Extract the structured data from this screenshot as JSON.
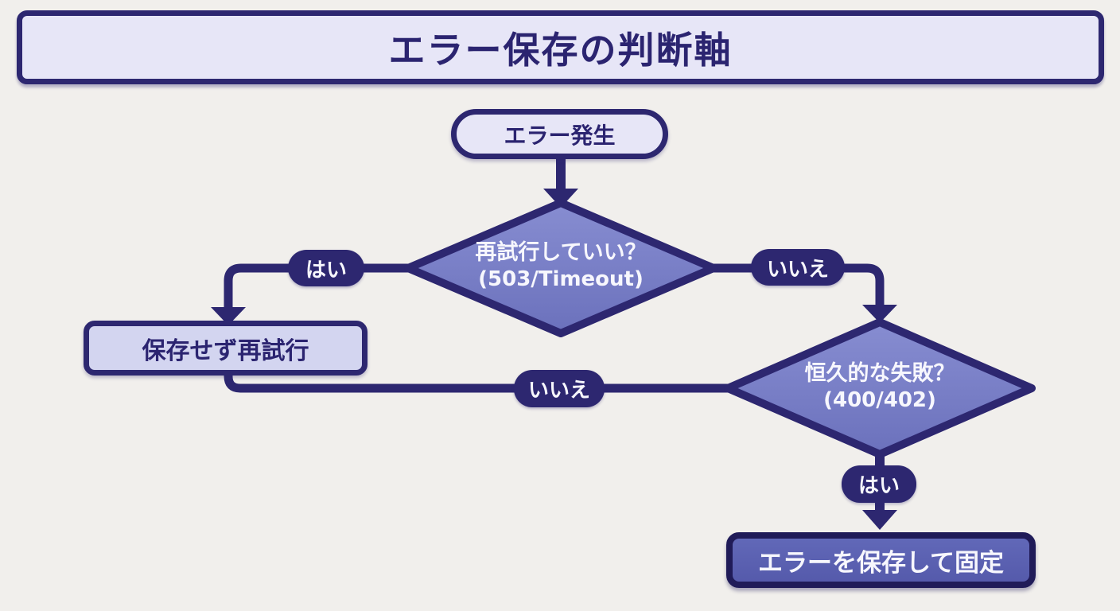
{
  "title": "エラー保存の判断軸",
  "colors": {
    "background": "#f1efec",
    "navy": "#2d2770",
    "navy_dark": "#201b58",
    "light_node_fill": "#e7e6f7",
    "retry_box_fill": "#d3d5f0",
    "diamond_fill": "#777dc5",
    "save_box_fill": "#5a5fb2",
    "text_dark": "#2b2470",
    "text_light": "#f7f7fd"
  },
  "flowchart": {
    "nodes": {
      "start": {
        "label": "エラー発生",
        "type": "terminator"
      },
      "decision1": {
        "line1": "再試行していい？",
        "line2": "(503/Timeout)",
        "type": "decision"
      },
      "retry": {
        "label": "保存せず再試行",
        "type": "process"
      },
      "decision2": {
        "line1": "恒久的な失敗？",
        "line2": "(400/402)",
        "type": "decision"
      },
      "save": {
        "label": "エラーを保存して固定",
        "type": "process"
      }
    },
    "edges": {
      "d1_yes": {
        "label": "はい"
      },
      "d1_no": {
        "label": "いいえ"
      },
      "d2_no": {
        "label": "いいえ"
      },
      "d2_yes": {
        "label": "はい"
      }
    }
  }
}
